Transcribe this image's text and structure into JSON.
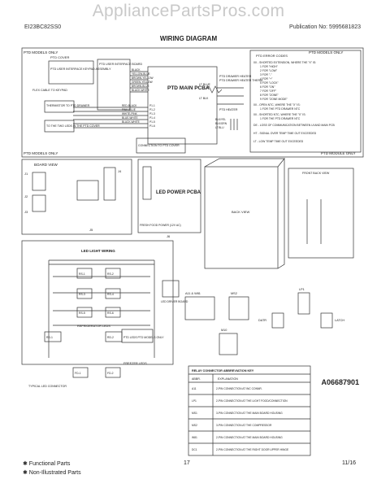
{
  "watermark": "AppliancePartsPros.com",
  "header": {
    "model": "EI23BC82SS0",
    "publication": "Publication No: 5995681823"
  },
  "title": "WIRING DIAGRAM",
  "pfd": {
    "models_only_tl": "PTD MODELS ONLY",
    "models_only_tr": "PTD MODELS ONLY",
    "models_only_bl": "PTD MODELS ONLY",
    "module_only_br": "PTD MODULE ONLY",
    "ptd_cover": "PTD COVER",
    "ptd_cover_error": "PTD ERROR CODES",
    "user_interface": "PTD USER INTERFACE KEYPAD ASSEMBLY",
    "flex_cable": "FLEX CABLE TO KEYPAD",
    "pfd_user_board": "PTD USER INTERFACE BOARD",
    "main_pcba": "PTD MAIN PCBA",
    "thermistor": "THERMISTOR TO PTD DRAWER",
    "to_leds": "TO THE TWO LEDS IN THE PTD COVER",
    "connection": "CONNECTION TO PTD COVER",
    "drawer_heater": "PTD DRAWER HEATER THERM.",
    "drawer_heater2": "PTD DRAWER HEATER",
    "pfd_heater": "PTD HEATER",
    "wires": [
      "BLACK",
      "YELLOW-BLUE",
      "BROWN-YELLOW",
      "GREEN-YELLOW",
      "BROWN-BLUE",
      "BLACK-WHITE"
    ],
    "wires2": [
      "RED-BLACK",
      "PINK-BLUE",
      "WHITE-PINK",
      "BLUE-WHITE",
      "BLACK-WHITE"
    ],
    "lt_blue": "LT BLUE",
    "lt_blk": "LT BLK",
    "colors_right": [
      "BLK/YEL",
      "BLK/GRN",
      "LT BLU"
    ],
    "pins": [
      "P1-1",
      "P1-2",
      "P1-3",
      "P1-4",
      "P1-5",
      "P1-6"
    ],
    "error_codes": [
      "0X - SHORTED EXTENSION, WHERE THE \"X\" IS:",
      "1 FOR \"HIGH\"",
      "2 FOR \"LOW\"",
      "3 FOR \"-\"",
      "4 FOR \"+\"",
      "5 FOR \"LOCK\"",
      "6 FOR \"ON\"",
      "7 FOR \"OFF\"",
      "8 FOR \"ZONE\"",
      "9 FOR \"ZONE MODE\"",
      "0X - OPEN NTC, WHERE THE \"X\" IS:",
      "1 FOR THE PTD DRAWER NTC",
      "0X - SHORTED NTC, WHERE THE \"X\" IS:",
      "1 FOR THE PTD DRAWER NTC",
      "DE - LOSS OF COMMUNICATION BETWEEN UI AND MAIN PCB",
      "HT - SIGNAL OVER TEMP TIME OUT EXCEEDED",
      "LT - LOW TEMP TIME OUT EXCEEDED"
    ]
  },
  "board": {
    "board_view": "BOARD VIEW",
    "led_power": "LED POWER PCBA",
    "fresh_food": "FRESH FOOD POWER (12V AC)",
    "backview": "BACK VIEW",
    "front_back": "FRONT BACK VIEW",
    "connectors": [
      "J1",
      "J2",
      "J3",
      "J4",
      "J5",
      "J6"
    ]
  },
  "led": {
    "title": "LED LIGHT WIRING",
    "refrigerator_leds": "REFRIGERATOR LEDS",
    "freezer_leds": "FREEZER LEDS",
    "pfd_leds": "PTD LEDS PTD MODELS ONLY",
    "typical": "TYPICAL LED CONNECTOR",
    "led_labels": [
      "RS-1",
      "RS-2",
      "RS-3",
      "RS-4",
      "RS-5",
      "RS-6",
      "RD-1",
      "RD-2",
      "FD-1",
      "FD-2"
    ],
    "driver": "LED DRIVER BOARD"
  },
  "connectors": {
    "labels": [
      "A11 & W81",
      "MS2",
      "LP1",
      "M10",
      "DATR",
      "LATCH"
    ],
    "table_title": "RELAY CONNECTOR ABBREVIATION KEY",
    "table_head": [
      "ABBR.",
      "EXPLANATION"
    ],
    "rows": [
      [
        "A11",
        "2-PIN CONNECTION AT INC CONNR."
      ],
      [
        "LP1",
        "2-PIN CONNECTION AT THE LIGHT FOOD/CONNECTION"
      ],
      [
        "MS1",
        "3-PIN CONNECTION AT THE MAIN BOARD HOUSING"
      ],
      [
        "MS2",
        "3-PIN CONNECTION AT THE COMPRESSOR"
      ],
      [
        "W81",
        "2-PIN CONNECTION AT THE MAIN BOARD HOUSING"
      ],
      [
        "DC1",
        "2-PIN CONNECTION AT THE RIGHT DOOR UPPER HINGE"
      ]
    ]
  },
  "figure_id": "A06687901",
  "footer": {
    "functional": "✱ Functional Parts",
    "non_illustrated": "✱ Non-Illustrated Parts",
    "page": "17",
    "date": "11/16"
  }
}
